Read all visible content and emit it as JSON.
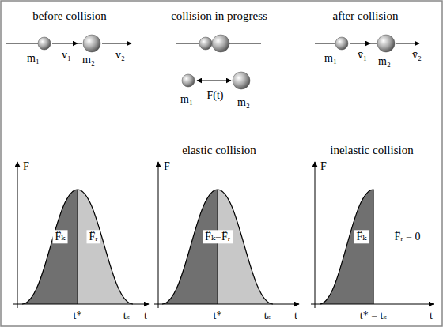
{
  "diagram": {
    "labels": [
      "before collision",
      "collision in progress",
      "after collision",
      "m₁",
      "v₁",
      "m₂",
      "v₂",
      "F(t)",
      "m₁",
      "m₂",
      "m₁",
      "v̄₁",
      "m₂",
      "v̄₂",
      "elastic collision",
      "inelastic collision",
      "F",
      "F̂ₖ",
      "F̂ᵣ",
      "t*",
      "tₛ",
      "t",
      "F",
      "F̂ₖ=F̂ᵣ",
      "t*",
      "tₛ",
      "t",
      "F",
      "F̂ₖ",
      "F̂ᵣ = 0",
      "t* = tₛ",
      "t"
    ]
  }
}
